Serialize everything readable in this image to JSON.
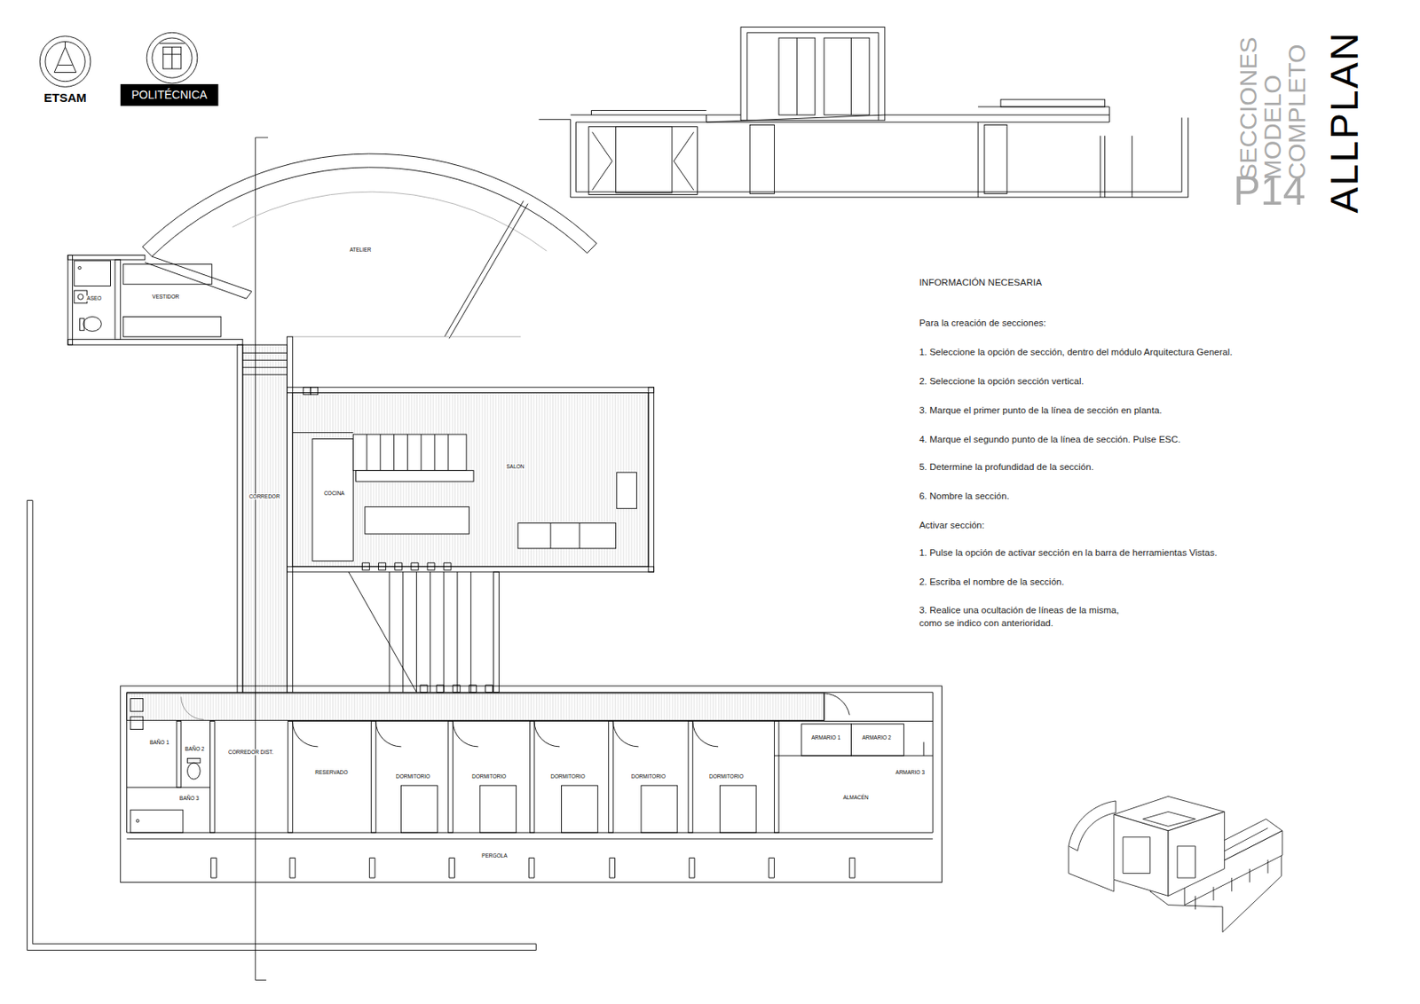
{
  "diagram": {
    "title": "SECCIONES MODELO COMPLETO",
    "labels": [
      "ETSAM",
      "POLITÉCNICA",
      "P14",
      "ALLPLAN",
      "INFORMACIÓN NECESARIA",
      "Para la creación de secciones:",
      "1. Seleccione la opción de sección, dentro del módulo Arquitectura General.",
      "2. Seleccione la opción sección vertical.",
      "3. Marque el primer punto de la línea de sección en planta.",
      "4. Marque el segundo punto de la línea de sección. Pulse ESC.",
      "5. Determine la profundidad de la sección.",
      "6. Nombre la sección.",
      "Activar sección:",
      "1. Pulse la opción de activar sección en la barra de herramientas Vistas.",
      "2. Escriba el nombre de la sección.",
      "3. Realice una ocultación de líneas de la misma, como se indico con anterioridad.",
      "ATELIER",
      "ASEO",
      "VESTIDOR",
      "SALON",
      "COCINA",
      "CORREDOR",
      "BAÑO 1",
      "BAÑO 2",
      "CORREDOR DIST.",
      "BAÑO 3",
      "RESERVADO",
      "DORMITORIO",
      "DORMITORIO",
      "DORMITORIO",
      "DORMITORIO",
      "DORMITORIO",
      "ARMARIO 1",
      "ARMARIO 2",
      "ARMARIO 3",
      "ALMACÉN",
      "PERGOLA"
    ]
  }
}
